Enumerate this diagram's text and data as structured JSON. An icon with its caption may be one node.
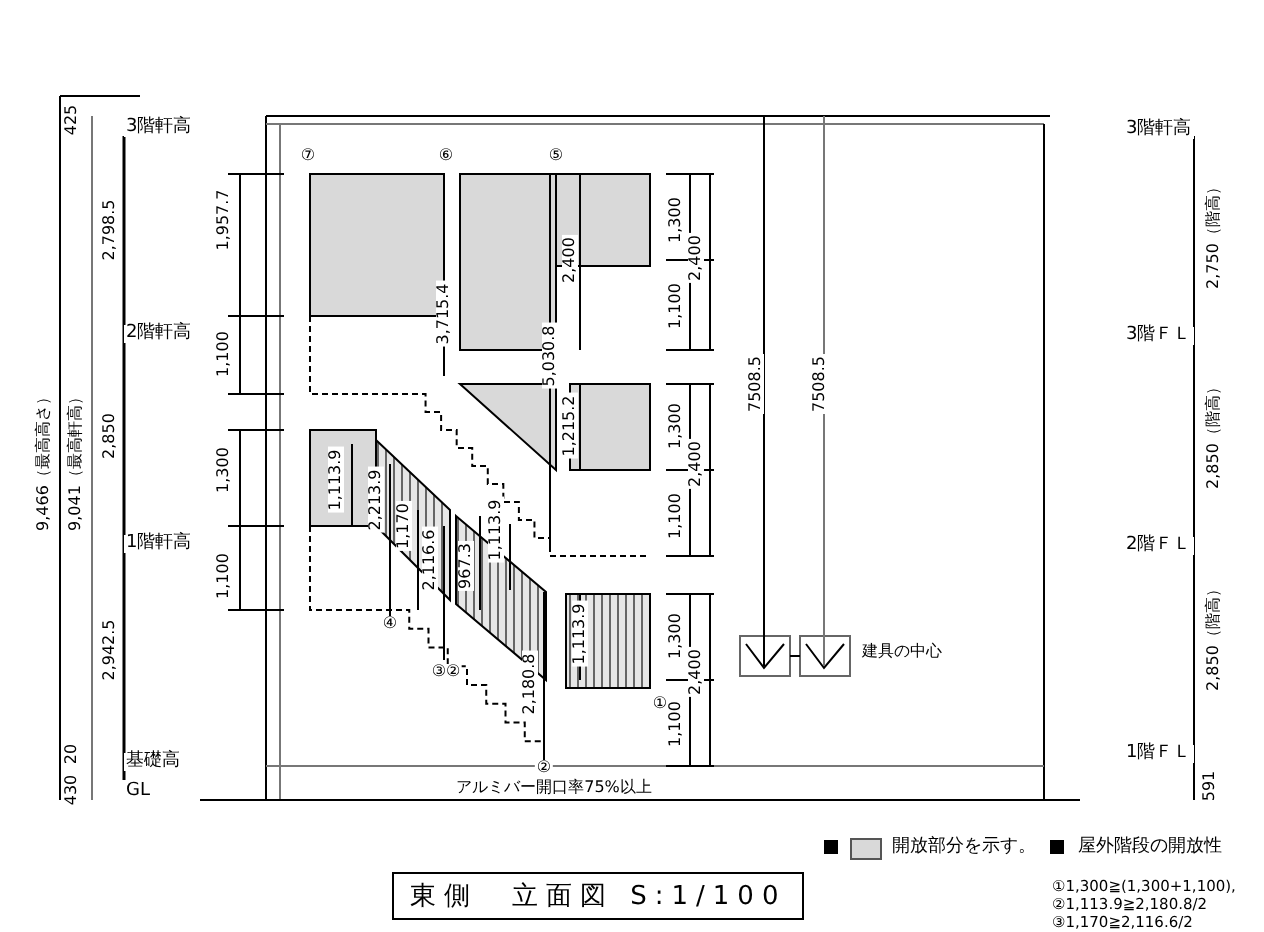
{
  "diagram": {
    "title": "東側　立面図 S:1/100",
    "labels": [
      "425",
      "9,466（最高高さ）",
      "9,041（最高軒高）",
      "3階軒高",
      "2,798.5",
      "2階軒高",
      "2,850",
      "1階軒高",
      "2,942.5",
      "20",
      "基礎高",
      "430",
      "GL",
      "1,957.7",
      "1,100",
      "1,300",
      "1,100",
      "⑦",
      "⑥",
      "⑤",
      "2,400",
      "1,300",
      "2,400",
      "1,100",
      "3,715.4",
      "5,030.8",
      "7508.5",
      "7508.5",
      "1,215.2",
      "1,300",
      "2,400",
      "1,113.9",
      "2,213.9",
      "1,170",
      "2,116.6",
      "967.3",
      "1,113.9",
      "1,100",
      "④",
      "1,113.9",
      "1,300",
      "建具の中心",
      "③②",
      "2,400",
      "2,180.8",
      "①",
      "1,100",
      "②",
      "アルミバー開口率75%以上",
      "3階軒高",
      "2,750（階高）",
      "3階ＦＬ",
      "2,850（階高）",
      "2階ＦＬ",
      "2,850（階高）",
      "1階ＦＬ",
      "591",
      "屋外階段の開放性",
      "①1,300≧(1,300+1,100),",
      "②1,113.9≧2,180.8/2",
      "③1,170≧2,116.6/2"
    ],
    "legend": [
      {
        "text": "開放部分を示す。",
        "color": "#d9d9d9"
      }
    ]
  }
}
